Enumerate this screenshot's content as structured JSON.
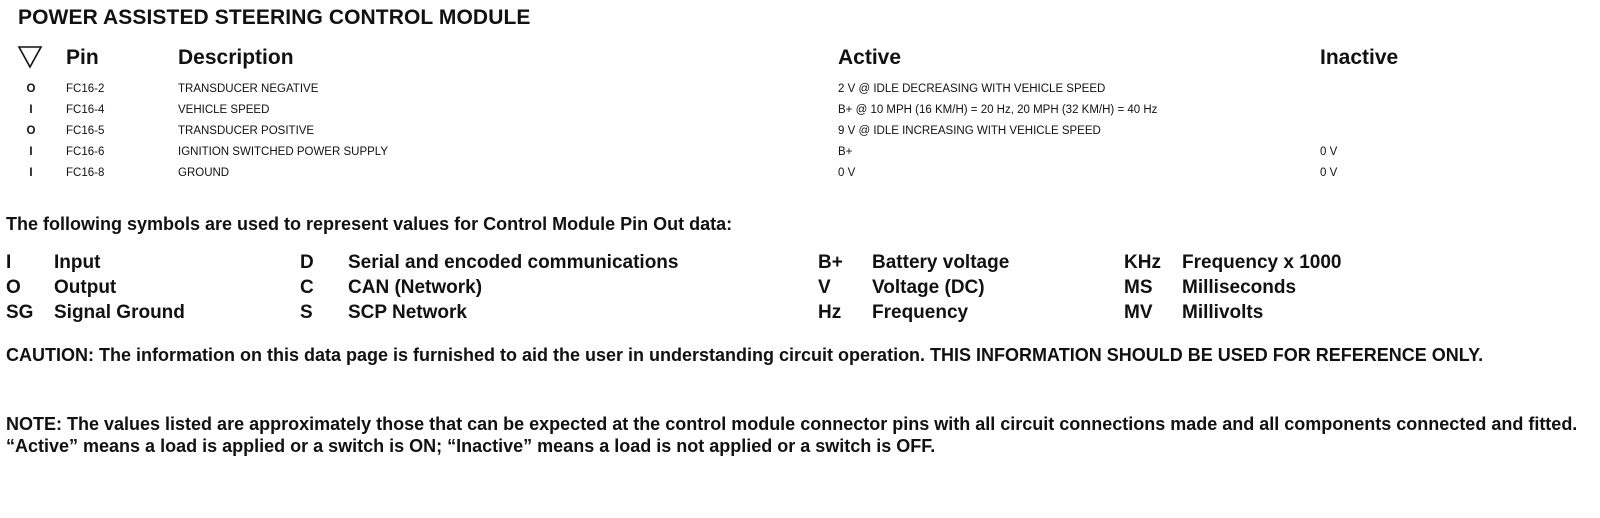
{
  "title": "POWER ASSISTED STEERING CONTROL MODULE",
  "table": {
    "headers": {
      "pin": "Pin",
      "description": "Description",
      "active": "Active",
      "inactive": "Inactive"
    },
    "direction_icon": "down-triangle-icon",
    "rows": [
      {
        "dir": "O",
        "pin": "FC16-2",
        "description": "TRANSDUCER NEGATIVE",
        "active": "2 V @ IDLE DECREASING WITH VEHICLE SPEED",
        "inactive": ""
      },
      {
        "dir": "I",
        "pin": "FC16-4",
        "description": "VEHICLE SPEED",
        "active": "B+ @ 10 MPH (16 KM/H) = 20 Hz, 20 MPH (32 KM/H) = 40 Hz",
        "inactive": ""
      },
      {
        "dir": "O",
        "pin": "FC16-5",
        "description": "TRANSDUCER POSITIVE",
        "active": "9 V @ IDLE INCREASING WITH VEHICLE SPEED",
        "inactive": ""
      },
      {
        "dir": "I",
        "pin": "FC16-6",
        "description": "IGNITION SWITCHED POWER SUPPLY",
        "active": "B+",
        "inactive": "0 V"
      },
      {
        "dir": "I",
        "pin": "FC16-8",
        "description": "GROUND",
        "active": "0 V",
        "inactive": "0 V"
      }
    ]
  },
  "legend": {
    "intro": "The following symbols are used to represent values for Control Module Pin Out data:",
    "col1": [
      {
        "sym": "I",
        "desc": "Input"
      },
      {
        "sym": "O",
        "desc": "Output"
      },
      {
        "sym": "SG",
        "desc": "Signal Ground"
      }
    ],
    "col2": [
      {
        "sym": "D",
        "desc": "Serial and encoded communications"
      },
      {
        "sym": "C",
        "desc": "CAN (Network)"
      },
      {
        "sym": "S",
        "desc": "SCP Network"
      }
    ],
    "col3": [
      {
        "sym": "B+",
        "desc": "Battery voltage"
      },
      {
        "sym": "V",
        "desc": "Voltage (DC)"
      },
      {
        "sym": "Hz",
        "desc": "Frequency"
      }
    ],
    "col4": [
      {
        "sym": "KHz",
        "desc": "Frequency x 1000"
      },
      {
        "sym": "MS",
        "desc": "Milliseconds"
      },
      {
        "sym": "MV",
        "desc": "Millivolts"
      }
    ]
  },
  "caution": "CAUTION: The information on this data page is furnished to aid the user in understanding circuit operation.  THIS INFORMATION SHOULD BE USED FOR REFERENCE ONLY.",
  "note": "NOTE: The values listed are approximately those that can be expected at the control module connector pins with all circuit connections made and all components connected and fitted.  “Active” means a load is applied or a switch is ON; “Inactive” means a load is not applied or a switch is OFF."
}
